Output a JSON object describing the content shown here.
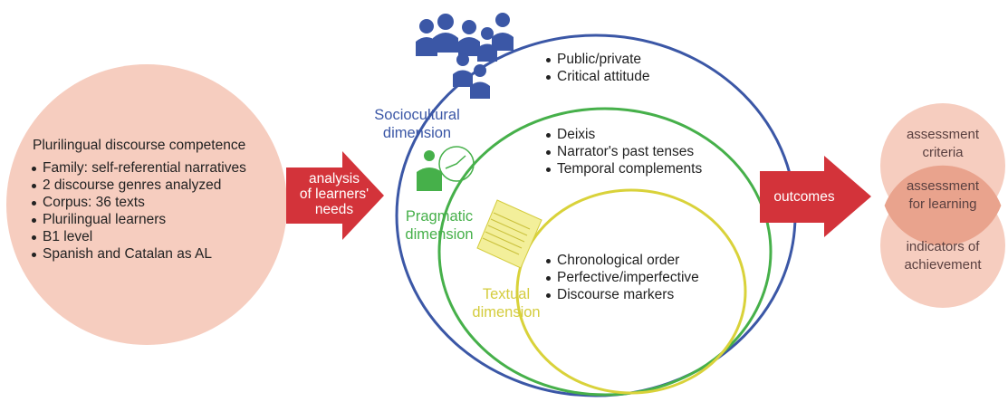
{
  "competence": {
    "title": "Plurilingual discourse competence",
    "items": [
      "Family: self-referential narratives",
      "2 discourse genres analyzed",
      "Corpus: 36 texts",
      "Plurilingual learners",
      "B1 level",
      "Spanish and Catalan as AL"
    ]
  },
  "arrow_analysis": {
    "lines": [
      "analysis",
      "of learners'",
      "needs"
    ]
  },
  "sociocultural": {
    "label_lines": [
      "Sociocultural",
      "dimension"
    ],
    "items": [
      "Public/private",
      "Critical attitude"
    ],
    "color": "#3b57a6"
  },
  "pragmatic": {
    "label_lines": [
      "Pragmatic",
      "dimension"
    ],
    "items": [
      "Deixis",
      "Narrator's past tenses",
      "Temporal complements"
    ],
    "color": "#46b04a"
  },
  "textual": {
    "label_lines": [
      "Textual",
      "dimension"
    ],
    "items": [
      "Chronological order",
      "Perfective/imperfective",
      "Discourse markers"
    ],
    "color": "#d9d23a"
  },
  "arrow_outcomes": {
    "label": "outcomes"
  },
  "outcomes": {
    "top_lines": [
      "assessment",
      "criteria"
    ],
    "middle_lines": [
      "assessment",
      "for learning"
    ],
    "bottom_lines": [
      "indicators of",
      "achievement"
    ]
  },
  "colors": {
    "arrow": "#d3333a",
    "peach": "#f6cdbf",
    "overlap": "#e9a38d",
    "people": "#3b57a6",
    "speaker": "#46b04a"
  },
  "icons": [
    "people-group-icon",
    "speaker-icon",
    "document-icon"
  ]
}
